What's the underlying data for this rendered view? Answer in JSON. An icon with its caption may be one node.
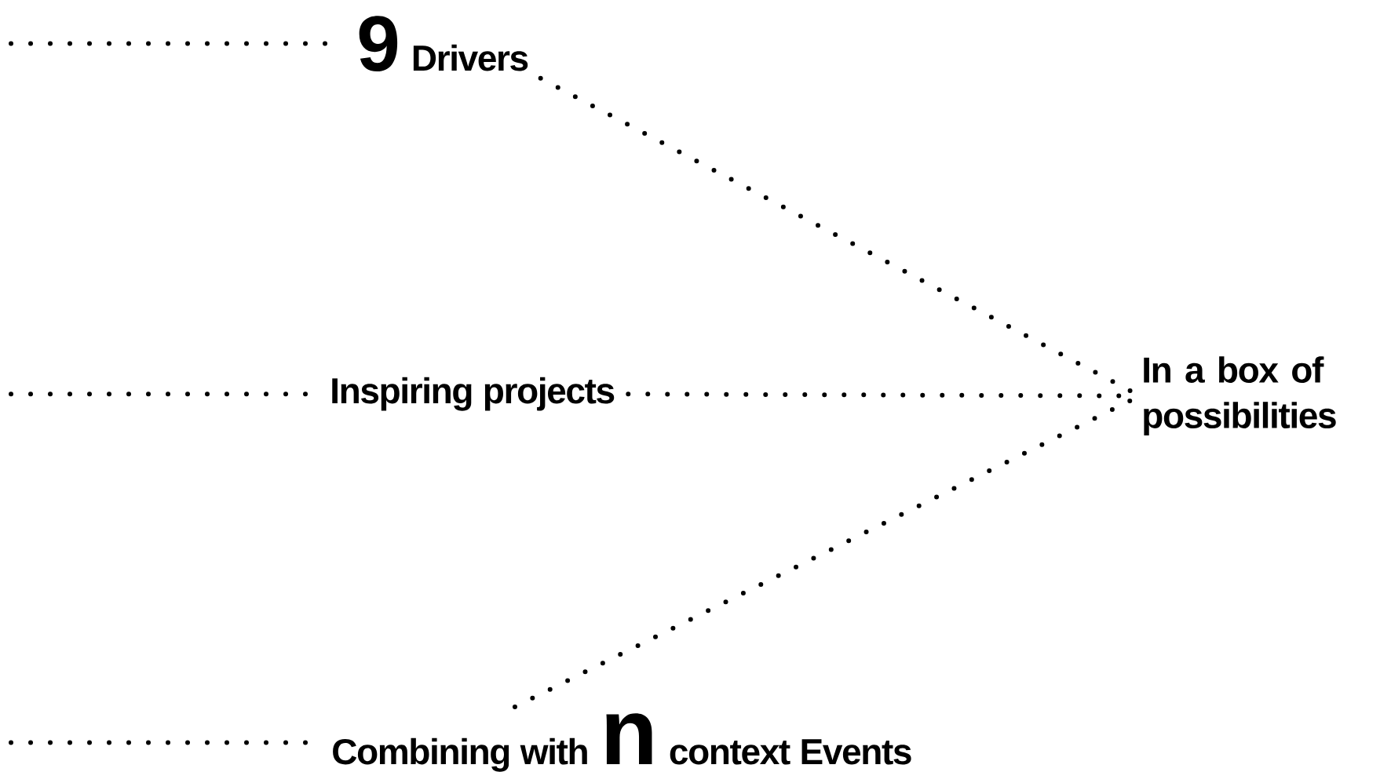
{
  "diagram": {
    "nodes": [
      {
        "text": [
          "9",
          "Drivers"
        ]
      },
      {
        "text": [
          "Inspiring projects"
        ]
      },
      {
        "text": [
          "In a box of possibilities"
        ]
      },
      {
        "text": [
          "Combining with",
          "n",
          "context Events"
        ]
      }
    ],
    "edges": [
      {
        "from": null,
        "to": 0,
        "arrow": "none"
      },
      {
        "from": null,
        "to": 1,
        "arrow": "none"
      },
      {
        "from": null,
        "to": 3,
        "arrow": "none"
      },
      {
        "from": 0,
        "to": 2,
        "arrow": "none"
      },
      {
        "from": 1,
        "to": 2,
        "arrow": "none"
      },
      {
        "from": 3,
        "to": 2,
        "arrow": "none"
      }
    ]
  }
}
